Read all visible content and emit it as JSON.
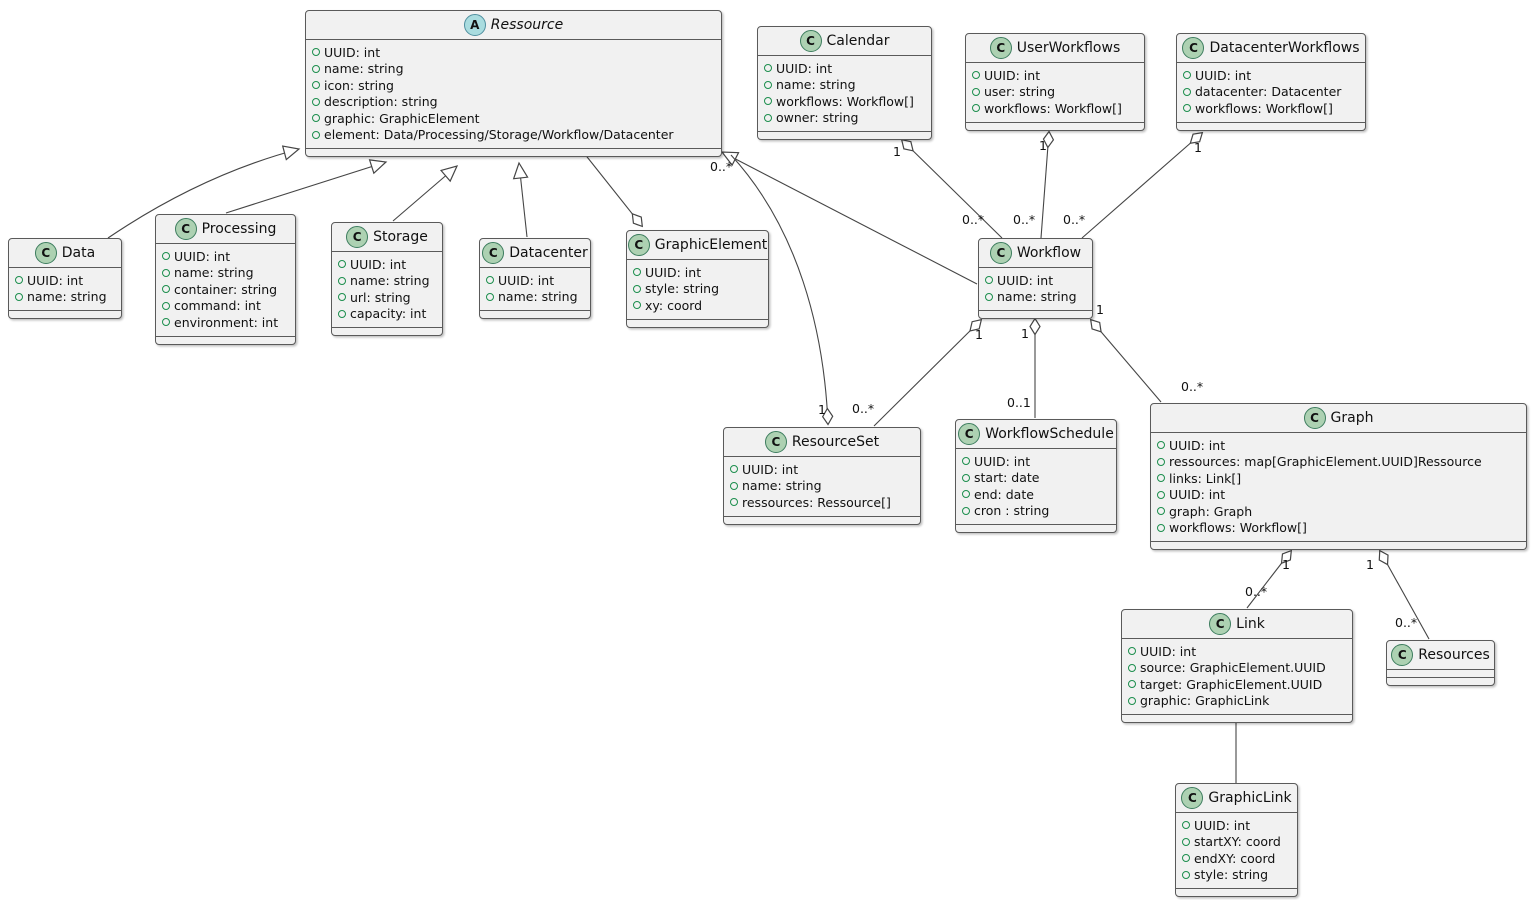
{
  "diagram": {
    "kind": "uml-class-diagram",
    "colors": {
      "class_fill": "#F1F1F1",
      "class_border": "#5a5a5a",
      "class_badge_green": "#ADD1B2",
      "abstract_badge_cyan": "#A9DCDF",
      "field_icon_green": "#1c8e4d",
      "edge_line": "#454545"
    }
  },
  "classes": [
    {
      "name": "Ressource",
      "badge": "A",
      "abstract": true,
      "attributes": [
        "UUID: int",
        "name: string",
        "icon: string",
        "description: string",
        "graphic: GraphicElement",
        "element: Data/Processing/Storage/Workflow/Datacenter"
      ]
    },
    {
      "name": "Calendar",
      "badge": "C",
      "abstract": false,
      "attributes": [
        "UUID: int",
        "name: string",
        "workflows: Workflow[]",
        "owner: string"
      ]
    },
    {
      "name": "UserWorkflows",
      "badge": "C",
      "abstract": false,
      "attributes": [
        "UUID: int",
        "user: string",
        "workflows: Workflow[]"
      ]
    },
    {
      "name": "DatacenterWorkflows",
      "badge": "C",
      "abstract": false,
      "attributes": [
        "UUID: int",
        "datacenter: Datacenter",
        "workflows: Workflow[]"
      ]
    },
    {
      "name": "Data",
      "badge": "C",
      "abstract": false,
      "attributes": [
        "UUID: int",
        "name: string"
      ]
    },
    {
      "name": "Processing",
      "badge": "C",
      "abstract": false,
      "attributes": [
        "UUID: int",
        "name: string",
        "container: string",
        "command: int",
        "environment: int"
      ]
    },
    {
      "name": "Storage",
      "badge": "C",
      "abstract": false,
      "attributes": [
        "UUID: int",
        "name: string",
        "url: string",
        "capacity: int"
      ]
    },
    {
      "name": "Datacenter",
      "badge": "C",
      "abstract": false,
      "attributes": [
        "UUID: int",
        "name: string"
      ]
    },
    {
      "name": "GraphicElement",
      "badge": "C",
      "abstract": false,
      "attributes": [
        "UUID: int",
        "style: string",
        "xy: coord"
      ]
    },
    {
      "name": "Workflow",
      "badge": "C",
      "abstract": false,
      "attributes": [
        "UUID: int",
        "name: string"
      ]
    },
    {
      "name": "ResourceSet",
      "badge": "C",
      "abstract": false,
      "attributes": [
        "UUID: int",
        "name: string",
        "ressources: Ressource[]"
      ]
    },
    {
      "name": "WorkflowSchedule",
      "badge": "C",
      "abstract": false,
      "attributes": [
        "UUID: int",
        "start: date",
        "end: date",
        "cron : string"
      ]
    },
    {
      "name": "Graph",
      "badge": "C",
      "abstract": false,
      "attributes": [
        "UUID: int",
        "ressources: map[GraphicElement.UUID]Ressource",
        "links: Link[]",
        "UUID: int",
        "graph: Graph",
        "workflows: Workflow[]"
      ]
    },
    {
      "name": "Link",
      "badge": "C",
      "abstract": false,
      "attributes": [
        "UUID: int",
        "source: GraphicElement.UUID",
        "target: GraphicElement.UUID",
        "graphic: GraphicLink"
      ]
    },
    {
      "name": "Resources",
      "badge": "C",
      "abstract": false,
      "attributes": []
    },
    {
      "name": "GraphicLink",
      "badge": "C",
      "abstract": false,
      "attributes": [
        "UUID: int",
        "startXY: coord",
        "endXY: coord",
        "style: string"
      ]
    }
  ],
  "edges": [
    {
      "from": "Data",
      "to": "Ressource",
      "type": "generalization"
    },
    {
      "from": "Processing",
      "to": "Ressource",
      "type": "generalization"
    },
    {
      "from": "Storage",
      "to": "Ressource",
      "type": "generalization"
    },
    {
      "from": "Datacenter",
      "to": "Ressource",
      "type": "generalization"
    },
    {
      "from": "Workflow",
      "to": "Ressource",
      "type": "generalization"
    },
    {
      "from": "Ressource",
      "to": "GraphicElement",
      "type": "aggregation"
    },
    {
      "from": "ResourceSet",
      "to": "Ressource",
      "type": "aggregation",
      "owner_mult": "1",
      "part_mult": "0..*"
    },
    {
      "from": "Calendar",
      "to": "Workflow",
      "type": "aggregation",
      "owner_mult": "1",
      "part_mult": "0..*"
    },
    {
      "from": "UserWorkflows",
      "to": "Workflow",
      "type": "aggregation",
      "owner_mult": "1",
      "part_mult": "0..*"
    },
    {
      "from": "DatacenterWorkflows",
      "to": "Workflow",
      "type": "aggregation",
      "owner_mult": "1",
      "part_mult": "0..*"
    },
    {
      "from": "Workflow",
      "to": "ResourceSet",
      "type": "aggregation",
      "owner_mult": "1",
      "part_mult": "0..*"
    },
    {
      "from": "Workflow",
      "to": "WorkflowSchedule",
      "type": "aggregation",
      "owner_mult": "1",
      "part_mult": "0..1"
    },
    {
      "from": "Workflow",
      "to": "Graph",
      "type": "aggregation",
      "owner_mult": "1",
      "part_mult": "0..*"
    },
    {
      "from": "Graph",
      "to": "Link",
      "type": "aggregation",
      "owner_mult": "1",
      "part_mult": "0..*"
    },
    {
      "from": "Graph",
      "to": "Resources",
      "type": "aggregation",
      "owner_mult": "1",
      "part_mult": "0..*"
    },
    {
      "from": "Link",
      "to": "GraphicLink",
      "type": "association"
    }
  ]
}
